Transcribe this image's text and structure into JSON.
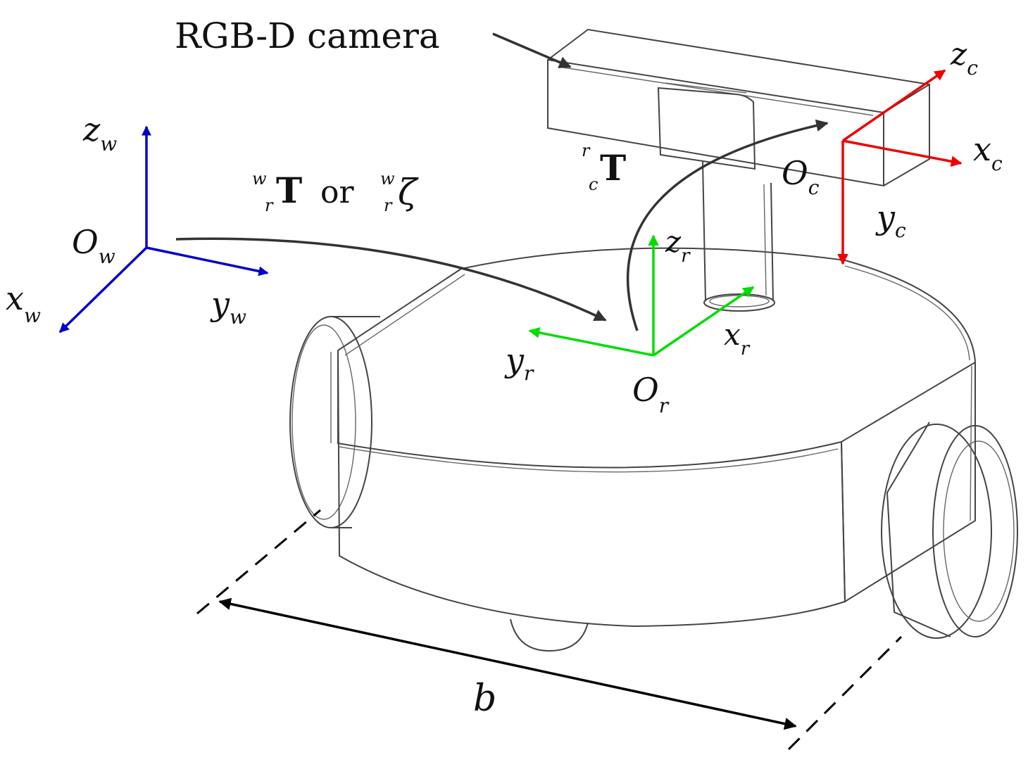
{
  "camera_label": "RGB-D camera",
  "world_frame": {
    "origin": "O",
    "origin_sub": "w",
    "x": "x",
    "x_sub": "w",
    "y": "y",
    "y_sub": "w",
    "z": "z",
    "z_sub": "w",
    "color": "#0000cc"
  },
  "robot_frame": {
    "origin": "O",
    "origin_sub": "r",
    "x": "x",
    "x_sub": "r",
    "y": "y",
    "y_sub": "r",
    "z": "z",
    "z_sub": "r",
    "color": "#00dd00"
  },
  "camera_frame": {
    "origin": "O",
    "origin_sub": "c",
    "x": "x",
    "x_sub": "c",
    "y": "y",
    "y_sub": "c",
    "z": "z",
    "z_sub": "c",
    "color": "#ee0000"
  },
  "transform_world_robot": {
    "sup": "w",
    "sub": "r",
    "symbol": "T",
    "connector": "or",
    "sup2": "w",
    "sub2": "r",
    "symbol2": "ζ"
  },
  "transform_robot_camera": {
    "sup": "r",
    "sub": "c",
    "symbol": "T"
  },
  "wheelbase_label": "b"
}
